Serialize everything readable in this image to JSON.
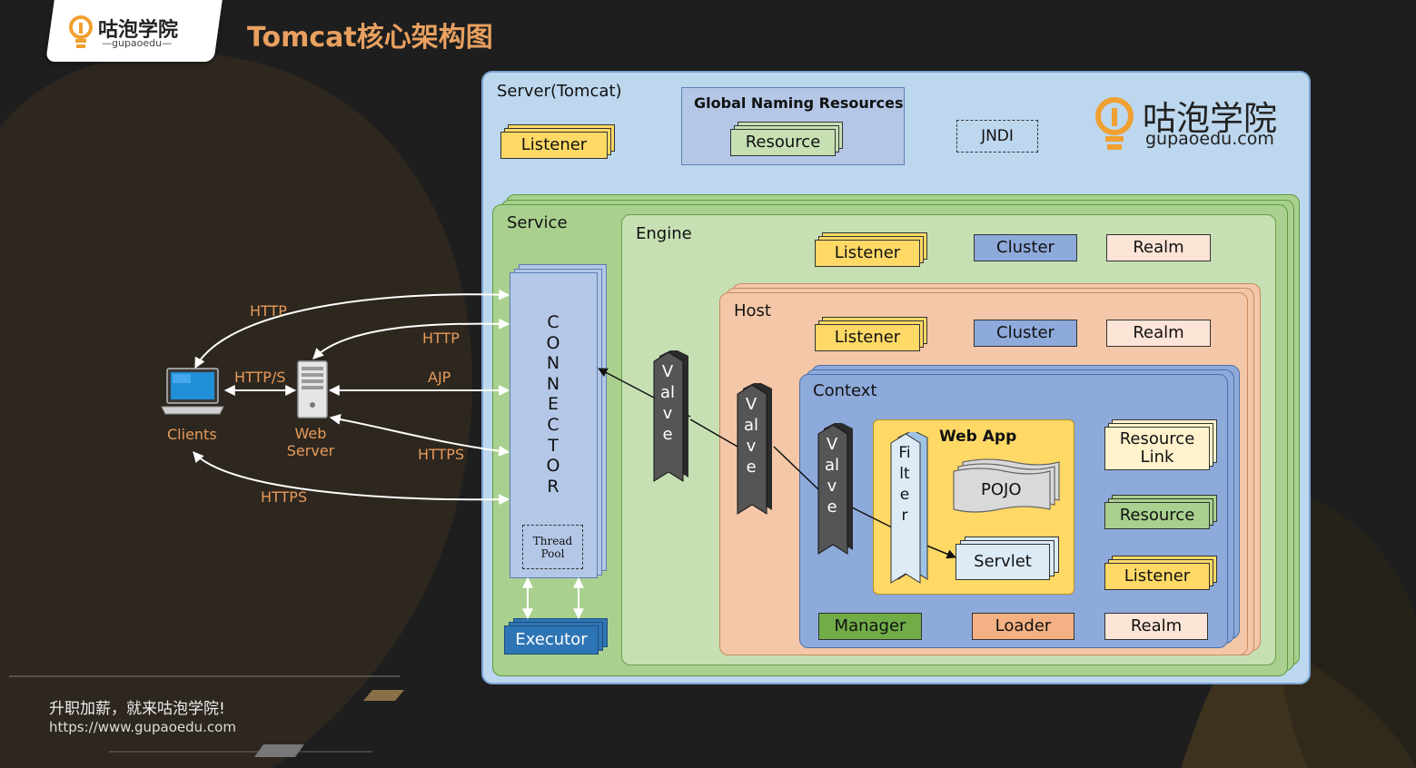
{
  "header": {
    "logo_cn": "咕泡学院",
    "logo_sub": "—gupaoedu—",
    "title": "Tomcat核心架构图"
  },
  "footer": {
    "slogan": "升职加薪，就来咕泡学院!",
    "url": "https://www.gupaoedu.com"
  },
  "brand": {
    "cn": "咕泡学院",
    "domain": "gupaoedu.com"
  },
  "clients": {
    "clients_label": "Clients",
    "web_server_label": "Web\nServer",
    "arrows": [
      "HTTP",
      "HTTP",
      "HTTP/S",
      "AJP",
      "HTTPS",
      "HTTPS"
    ]
  },
  "server": {
    "title": "Server(Tomcat)",
    "listener": "Listener",
    "gnr_title": "Global Naming Resources",
    "resource": "Resource",
    "jndi": "JNDI"
  },
  "service": {
    "title": "Service",
    "connector": "CONNECTOR",
    "thread_pool": "Thread\nPool",
    "executor": "Executor"
  },
  "engine": {
    "title": "Engine",
    "listener": "Listener",
    "cluster": "Cluster",
    "realm": "Realm",
    "valve": "Valve"
  },
  "host": {
    "title": "Host",
    "listener": "Listener",
    "cluster": "Cluster",
    "realm": "Realm",
    "valve": "Valve"
  },
  "context": {
    "title": "Context",
    "valve": "Valve",
    "webapp_title": "Web App",
    "filter": "Filter",
    "pojo": "POJO",
    "servlet": "Servlet",
    "resource_link": "Resource\nLink",
    "resource": "Resource",
    "listener": "Listener",
    "manager": "Manager",
    "loader": "Loader",
    "realm": "Realm"
  },
  "colors": {
    "server_bg": "#bdd7ee",
    "service_bg": "#a9d08e",
    "engine_bg": "#c6e0b4",
    "host_bg": "#f4c7a8",
    "context_bg": "#8eaadb",
    "webapp_bg": "#ffd966",
    "listener_bg": "#ffd966",
    "cluster_bg": "#8eaadb",
    "realm_bg": "#fce4d6",
    "manager_bg": "#70ad47",
    "loader_bg": "#f4b183",
    "executor_bg": "#2e75b6",
    "accent_orange": "#e89a5a"
  }
}
